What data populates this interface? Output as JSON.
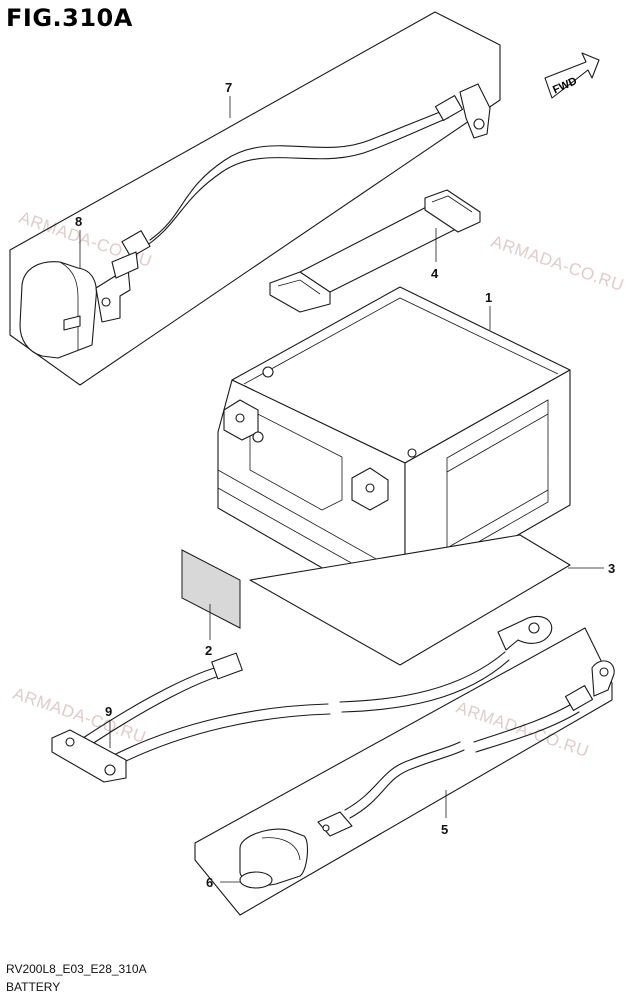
{
  "figure": {
    "title": "FIG.310A",
    "code": "RV200L8_E03_E28_310A",
    "name": "BATTERY",
    "fwd_label": "FWD"
  },
  "watermark": {
    "text": "ARMADA-CO.RU",
    "color": "#c8a0a0"
  },
  "callouts": {
    "p1": "1",
    "p2": "2",
    "p3": "3",
    "p4": "4",
    "p5": "5",
    "p6": "6",
    "p7": "7",
    "p8": "8",
    "p9": "9"
  },
  "icons": {
    "fwd": "fwd-arrow-icon"
  }
}
